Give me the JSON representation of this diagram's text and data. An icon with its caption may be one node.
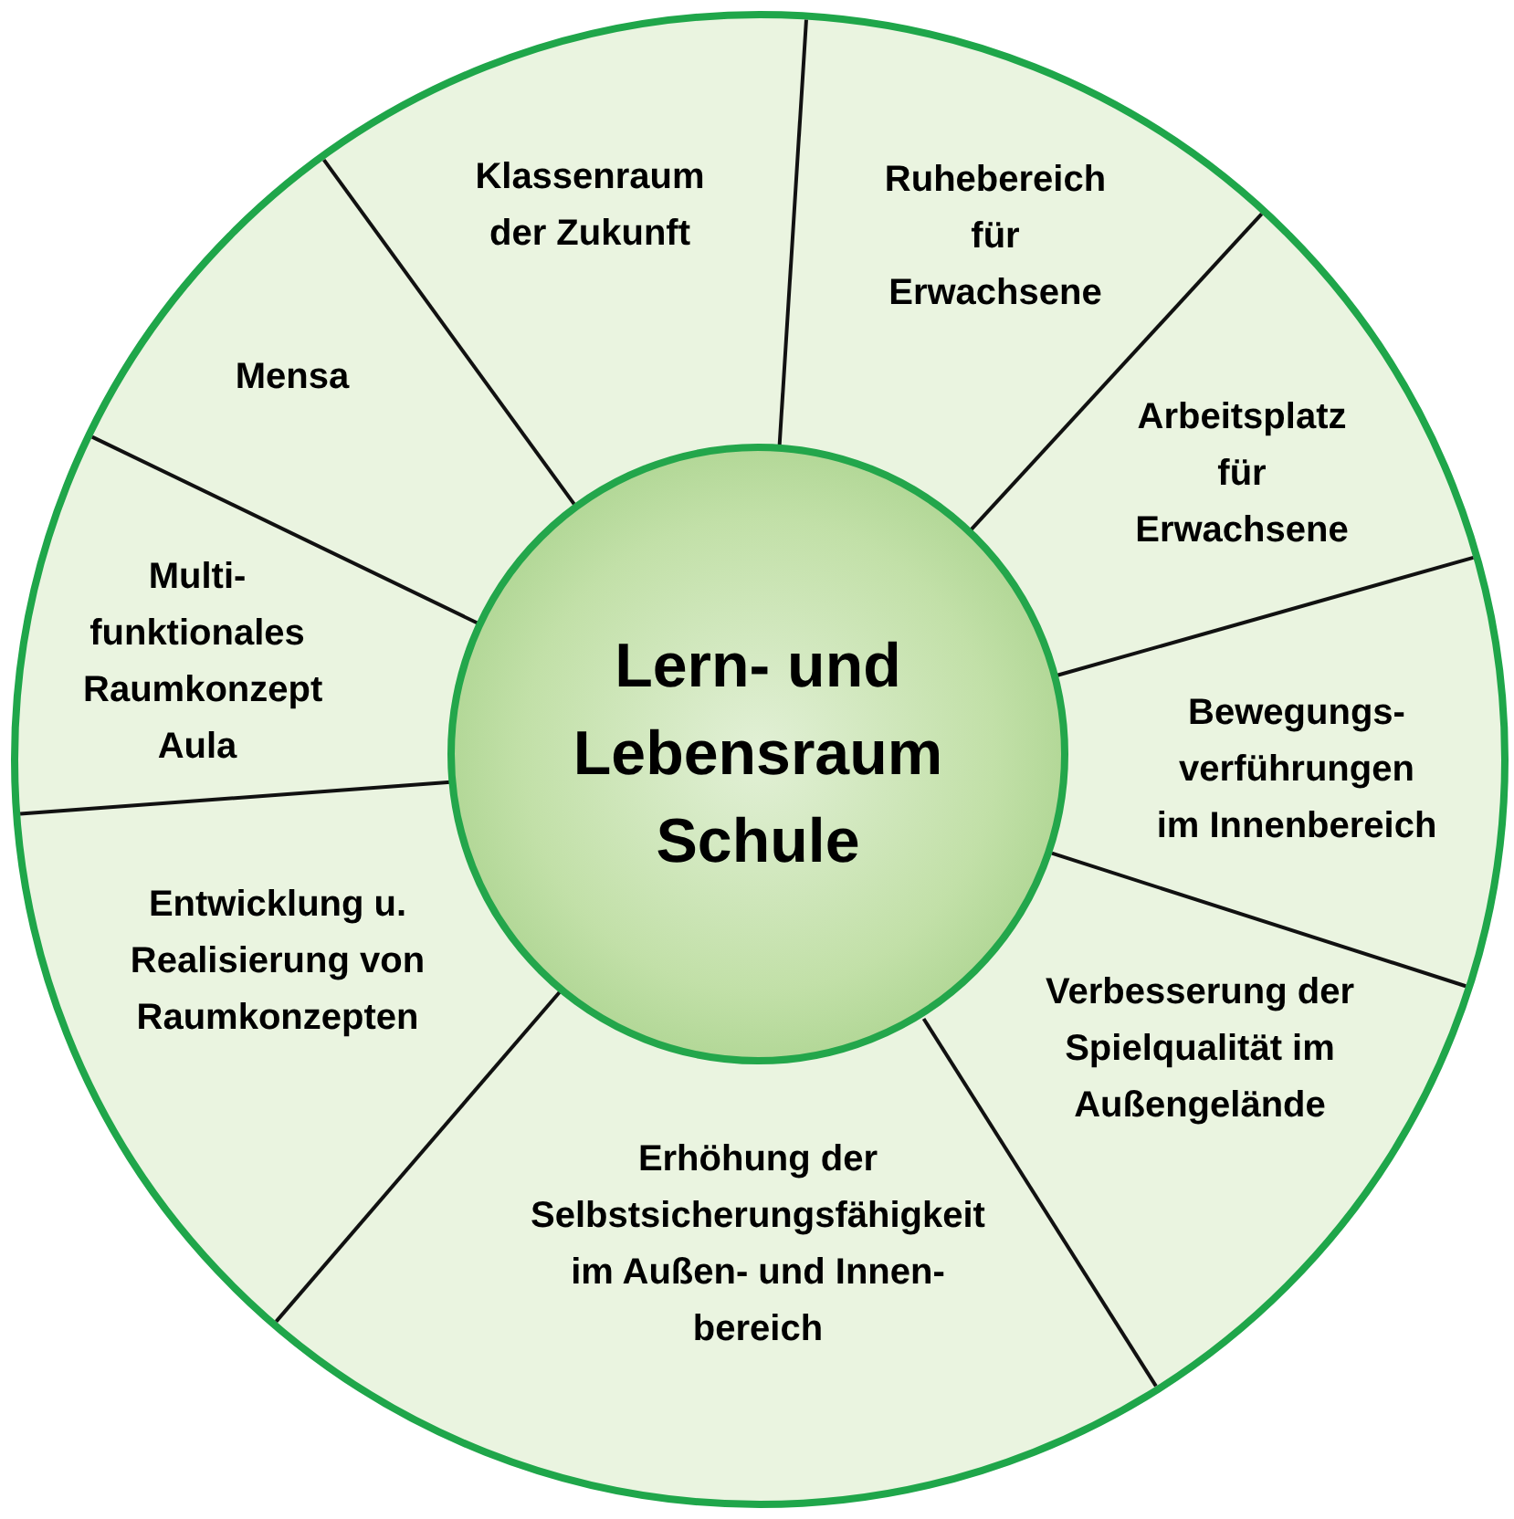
{
  "diagram": {
    "nodes": [
      {
        "text": [],
        "shape": "circle"
      },
      {
        "text": [
          "Lern- und Lebensraum Schule"
        ],
        "in": 0
      },
      {
        "text": [
          "Klassenraum der Zukunft"
        ],
        "in": 0
      },
      {
        "text": [
          "Ruhebereich für Erwachsene"
        ],
        "in": 0
      },
      {
        "text": [
          "Arbeitsplatz für Erwachsene"
        ],
        "in": 0
      },
      {
        "text": [
          "Bewegungs- verführungen im Innenbereich"
        ],
        "in": 0
      },
      {
        "text": [
          "Verbesserung der Spielqualität im Außengelände"
        ],
        "in": 0
      },
      {
        "text": [
          "Erhöhung der Selbstsicherungsfähigkeit im Außen- und Innen- bereich"
        ],
        "in": 0
      },
      {
        "text": [
          "Entwicklung u. Realisierung von Raumkonzepten"
        ],
        "in": 0
      },
      {
        "text": [
          "Multi- funktionales Raumkonzept Aula"
        ],
        "in": 0
      },
      {
        "text": [
          "Mensa"
        ],
        "in": 0
      }
    ]
  }
}
